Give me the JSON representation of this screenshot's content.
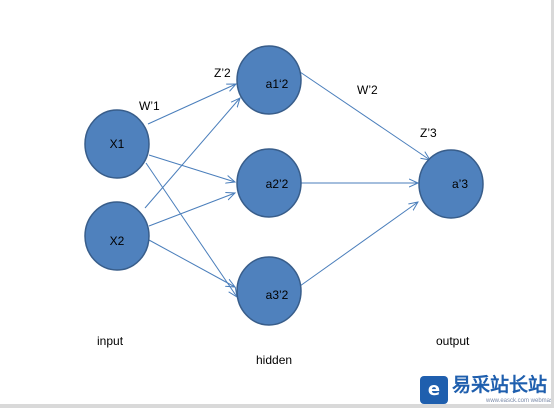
{
  "diagram": {
    "nodes": {
      "x1": "X1",
      "x2": "X2",
      "a1": "a1‘2",
      "a2": "a2’2",
      "a3": "a3’2",
      "out": "a’3"
    },
    "edge_labels": {
      "w1": "W’1",
      "z2": "Z’2",
      "w2": "W’2",
      "z3": "Z’3"
    },
    "layer_labels": {
      "input": "input",
      "hidden": "hidden",
      "output": "output"
    },
    "colors": {
      "node_fill": "#4f81bd",
      "node_stroke": "#385d8a",
      "edge": "#4a7ebb"
    }
  },
  "watermark": {
    "icon": "e-logo-icon",
    "title": "易采站长站",
    "subtitle": "www.easck.com webmaster"
  }
}
